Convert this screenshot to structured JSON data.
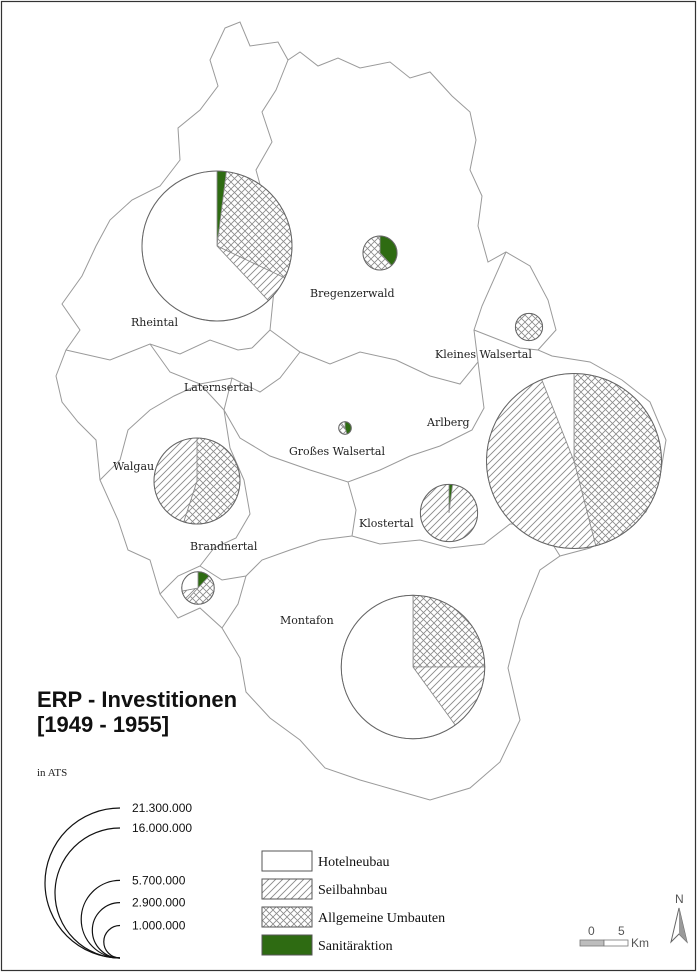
{
  "map": {
    "title_line1": "ERP - Investitionen",
    "title_line2": "[1949 - 1955]",
    "unit": "in ATS",
    "colors": {
      "hotel": "#ffffff",
      "seilbahn": "#ffffff",
      "umbauten": "#ffffff",
      "sanitaer": "#2e6b12",
      "stroke": "#7a7a7a"
    },
    "regions": [
      {
        "name": "Rheintal"
      },
      {
        "name": "Bregenzerwald"
      },
      {
        "name": "Kleines Walsertal"
      },
      {
        "name": "Laternsertal"
      },
      {
        "name": "Großes Walsertal"
      },
      {
        "name": "Arlberg"
      },
      {
        "name": "Walgau"
      },
      {
        "name": "Klostertal"
      },
      {
        "name": "Brandnertal"
      },
      {
        "name": "Montafon"
      }
    ],
    "pies": [
      {
        "region": "Rheintal",
        "total": 21300000,
        "shares": {
          "hotel": 0.62,
          "seilbahn": 0.06,
          "umbauten": 0.3,
          "sanitaer": 0.02
        }
      },
      {
        "region": "Bregenzerwald",
        "total": 1100000,
        "shares": {
          "hotel": 0.0,
          "seilbahn": 0.0,
          "umbauten": 0.62,
          "sanitaer": 0.38
        }
      },
      {
        "region": "Kleines Walsertal",
        "total": 700000,
        "shares": {
          "hotel": 0.0,
          "seilbahn": 0.0,
          "umbauten": 1.0,
          "sanitaer": 0.0
        }
      },
      {
        "region": "Großes Walsertal",
        "total": 150000,
        "shares": {
          "hotel": 0.1,
          "seilbahn": 0.0,
          "umbauten": 0.45,
          "sanitaer": 0.45
        }
      },
      {
        "region": "Arlberg",
        "total": 29000000,
        "shares": {
          "hotel": 0.06,
          "seilbahn": 0.48,
          "umbauten": 0.46,
          "sanitaer": 0.0
        }
      },
      {
        "region": "Walgau",
        "total": 7000000,
        "shares": {
          "hotel": 0.0,
          "seilbahn": 0.45,
          "umbauten": 0.55,
          "sanitaer": 0.0
        }
      },
      {
        "region": "Klostertal",
        "total": 3100000,
        "shares": {
          "hotel": 0.0,
          "seilbahn": 0.98,
          "umbauten": 0.0,
          "sanitaer": 0.02
        }
      },
      {
        "region": "Brandnertal",
        "total": 1000000,
        "shares": {
          "hotel": 0.28,
          "seilbahn": 0.1,
          "umbauten": 0.5,
          "sanitaer": 0.12
        }
      },
      {
        "region": "Montafon",
        "total": 19500000,
        "shares": {
          "hotel": 0.6,
          "seilbahn": 0.15,
          "umbauten": 0.25,
          "sanitaer": 0.0
        }
      }
    ],
    "size_legend": [
      "21.300.000",
      "16.000.000",
      "5.700.000",
      "2.900.000",
      "1.000.000"
    ],
    "size_legend_values": [
      21300000,
      16000000,
      5700000,
      2900000,
      1000000
    ],
    "legend": [
      {
        "key": "hotel",
        "label": "Hotelneubau"
      },
      {
        "key": "seilbahn",
        "label": "Seilbahnbau"
      },
      {
        "key": "umbauten",
        "label": "Allgemeine Umbauten"
      },
      {
        "key": "sanitaer",
        "label": "Sanitäraktion"
      }
    ],
    "scalebar": {
      "tick0": "0",
      "tick1": "5",
      "unit": "Km"
    },
    "north": "N"
  }
}
